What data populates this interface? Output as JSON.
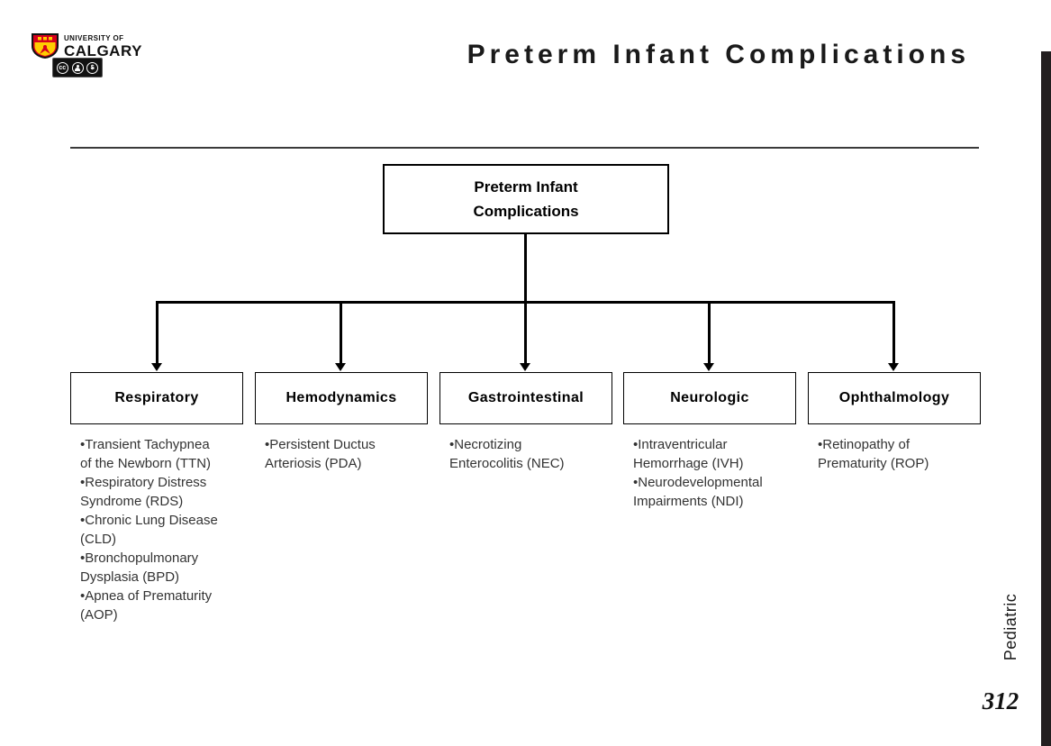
{
  "header": {
    "title": "Preterm Infant Complications",
    "logo": {
      "top_line": "UNIVERSITY OF",
      "name": "CALGARY"
    },
    "cc_badge": {
      "cc_label": "cc"
    }
  },
  "diagram": {
    "root": {
      "line1": "Preterm Infant",
      "line2": "Complications"
    },
    "branches": [
      {
        "label": "Respiratory",
        "items": [
          "Transient Tachypnea of the Newborn (TTN)",
          "Respiratory Distress Syndrome (RDS)",
          "Chronic Lung Disease (CLD)",
          "Bronchopulmonary Dysplasia (BPD)",
          "Apnea of Prematurity (AOP)"
        ]
      },
      {
        "label": "Hemodynamics",
        "items": [
          "Persistent Ductus Arteriosis (PDA)"
        ]
      },
      {
        "label": "Gastrointestinal",
        "items": [
          "Necrotizing Enterocolitis (NEC)"
        ]
      },
      {
        "label": "Neurologic",
        "items": [
          "Intraventricular Hemorrhage (IVH)",
          "Neurodevelopmental Impairments (NDI)"
        ]
      },
      {
        "label": "Ophthalmology",
        "items": [
          "Retinopathy of Prematurity (ROP)"
        ]
      }
    ]
  },
  "margin": {
    "section_label": "Pediatric",
    "page_number": "312"
  },
  "colors": {
    "accent_bar": "#231f20",
    "connector": "#000000",
    "uofc_red": "#d6001c",
    "uofc_gold": "#ffcd00"
  }
}
